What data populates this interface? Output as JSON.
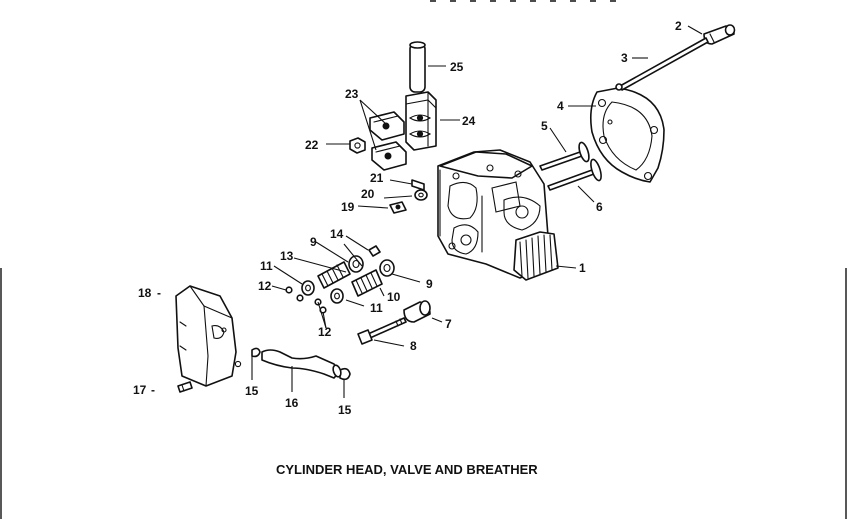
{
  "caption": "CYLINDER HEAD, VALVE AND BREATHER",
  "callouts": {
    "c1": "1",
    "c2": "2",
    "c3": "3",
    "c4": "4",
    "c5": "5",
    "c6": "6",
    "c7": "7",
    "c8": "8",
    "c9a": "9",
    "c9b": "9",
    "c10": "10",
    "c11a": "11",
    "c11b": "11",
    "c12a": "12",
    "c12b": "12",
    "c13": "13",
    "c14": "14",
    "c15a": "15",
    "c15b": "15",
    "c16": "16",
    "c17": "17",
    "c18": "18",
    "c19": "19",
    "c20": "20",
    "c21": "21",
    "c22": "22",
    "c23": "23",
    "c24": "24",
    "c25": "25"
  },
  "colors": {
    "ink": "#111111",
    "paper": "#ffffff"
  }
}
